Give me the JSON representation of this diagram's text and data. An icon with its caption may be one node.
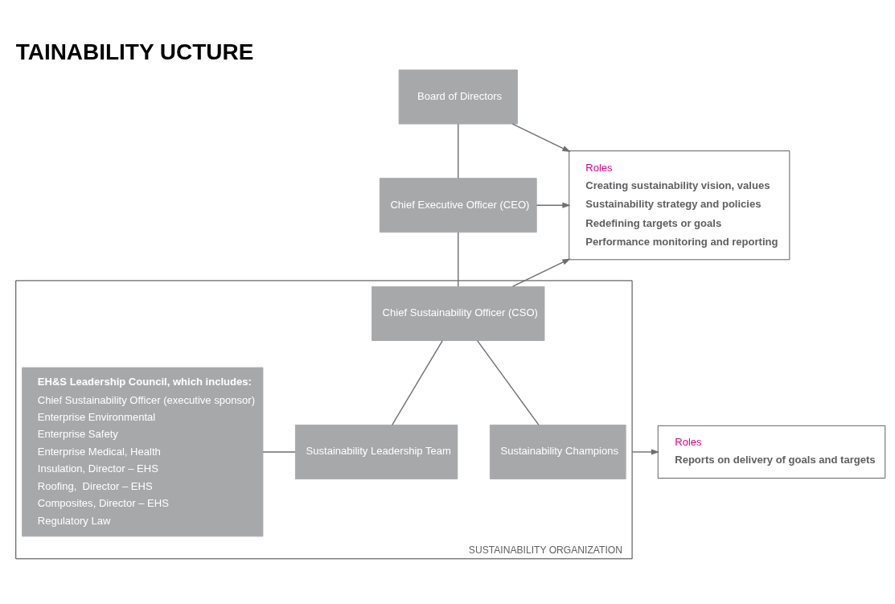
{
  "diagram": {
    "title": "TAINABILITY UCTURE",
    "nodes": [
      {
        "text": [
          "Board of Directors"
        ]
      },
      {
        "text": [
          "Chief Executive Officer (CEO)"
        ]
      },
      {
        "text": [
          "SUSTAINABILITY ORGANIZATION"
        ]
      },
      {
        "text": [
          "Chief Sustainability Officer (CSO)"
        ],
        "in": 2
      },
      {
        "text": [
          "EH&S Leadership Council, which includes:",
          "Chief Sustainability Officer (executive sponsor)",
          "Enterprise Environmental",
          "Enterprise Safety",
          "Enterprise Medical, Health",
          "Insulation, Director – EHS",
          "Roofing,  Director – EHS",
          "Composites, Director – EHS",
          "Regulatory Law"
        ],
        "in": 2
      },
      {
        "text": [
          "Sustainability Leadership Team"
        ],
        "in": 2
      },
      {
        "text": [
          "Sustainability Champions"
        ],
        "in": 2
      },
      {
        "text": [
          "Roles",
          "Creating sustainability vision, values",
          "Sustainability strategy and policies",
          "Redefining targets or goals",
          "Performance monitoring and reporting"
        ]
      },
      {
        "text": [
          "Roles",
          "Reports on delivery of goals and targets"
        ]
      }
    ],
    "edges": [
      {
        "from": 0,
        "to": 1,
        "arrow": "none"
      },
      {
        "from": 1,
        "to": 3,
        "arrow": "none"
      },
      {
        "from": 3,
        "to": 5,
        "arrow": "none"
      },
      {
        "from": 3,
        "to": 6,
        "arrow": "none"
      },
      {
        "from": 4,
        "to": 5,
        "arrow": "none"
      },
      {
        "from": 0,
        "to": 7,
        "arrow": "to"
      },
      {
        "from": 1,
        "to": 7,
        "arrow": "to"
      },
      {
        "from": 3,
        "to": 7,
        "arrow": "to"
      },
      {
        "from": 2,
        "to": 8,
        "arrow": "to"
      }
    ]
  }
}
